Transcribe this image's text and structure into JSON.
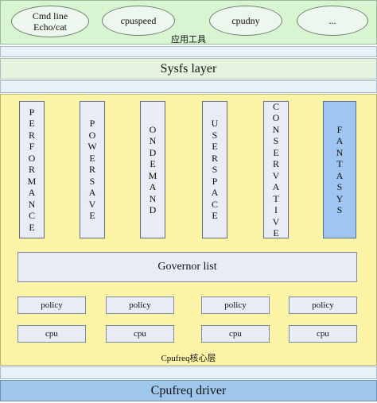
{
  "app_layer": {
    "label": "应用工具",
    "tools": [
      "Cmd line\nEcho/cat",
      "cpuspeed",
      "cpudny",
      "..."
    ]
  },
  "sysfs_layer": {
    "label": "Sysfs layer"
  },
  "governors": [
    "PERFORMANCE",
    "POWERSAVE",
    "ONDEMAND",
    "USERSPACE",
    "CONSERVATIVE",
    "FANTASYS"
  ],
  "governor_list": {
    "label": "Governor list"
  },
  "policies": [
    "policy",
    "policy",
    "policy",
    "policy"
  ],
  "cpus": [
    "cpu",
    "cpu",
    "cpu",
    "cpu"
  ],
  "core_layer": {
    "label": "Cpufreq核心层"
  },
  "driver": {
    "label": "Cpufreq driver"
  },
  "colors": {
    "app_layer": "#d6f5d0",
    "core_layer": "#fbf4a6",
    "governor_box": "#e9ecf5",
    "fantasys_box": "#9fc6f0",
    "driver_layer": "#9fc7ec"
  }
}
